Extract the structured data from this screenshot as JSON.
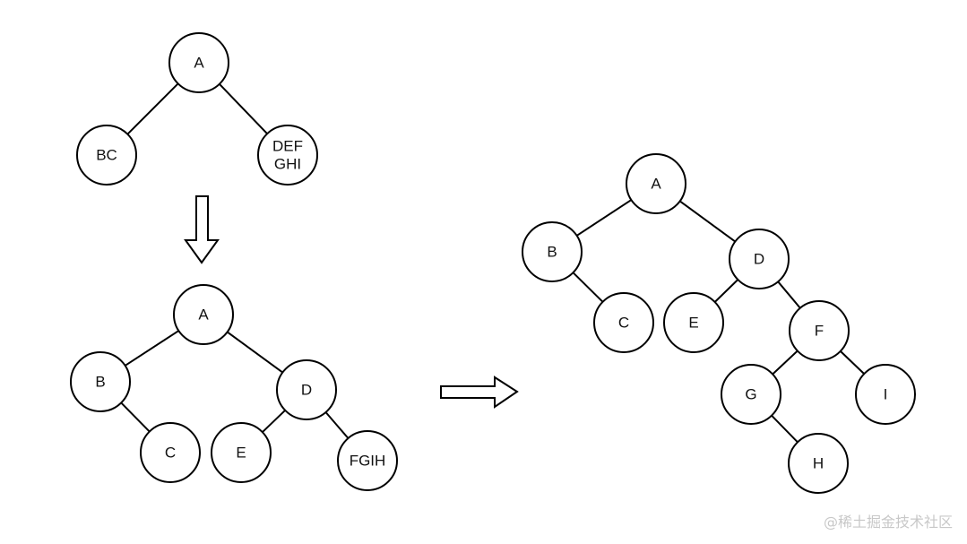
{
  "colors": {
    "stroke": "#000000",
    "fill": "#ffffff",
    "watermark": "#c8c8c8"
  },
  "watermark": "@稀土掘金技术社区",
  "trees": [
    {
      "id": "tree1",
      "nodes": [
        {
          "id": "A",
          "lines": [
            "A"
          ]
        },
        {
          "id": "BC",
          "lines": [
            "BC"
          ]
        },
        {
          "id": "DEFGHI",
          "lines": [
            "DEF",
            "GHI"
          ]
        }
      ],
      "edges": [
        [
          "A",
          "BC"
        ],
        [
          "A",
          "DEFGHI"
        ]
      ]
    },
    {
      "id": "tree2",
      "nodes": [
        {
          "id": "A",
          "lines": [
            "A"
          ]
        },
        {
          "id": "B",
          "lines": [
            "B"
          ]
        },
        {
          "id": "C",
          "lines": [
            "C"
          ]
        },
        {
          "id": "D",
          "lines": [
            "D"
          ]
        },
        {
          "id": "E",
          "lines": [
            "E"
          ]
        },
        {
          "id": "FGIH",
          "lines": [
            "FGIH"
          ]
        }
      ],
      "edges": [
        [
          "A",
          "B"
        ],
        [
          "B",
          "C"
        ],
        [
          "A",
          "D"
        ],
        [
          "D",
          "E"
        ],
        [
          "D",
          "FGIH"
        ]
      ]
    },
    {
      "id": "tree3",
      "nodes": [
        {
          "id": "A",
          "lines": [
            "A"
          ]
        },
        {
          "id": "B",
          "lines": [
            "B"
          ]
        },
        {
          "id": "C",
          "lines": [
            "C"
          ]
        },
        {
          "id": "D",
          "lines": [
            "D"
          ]
        },
        {
          "id": "E",
          "lines": [
            "E"
          ]
        },
        {
          "id": "F",
          "lines": [
            "F"
          ]
        },
        {
          "id": "G",
          "lines": [
            "G"
          ]
        },
        {
          "id": "H",
          "lines": [
            "H"
          ]
        },
        {
          "id": "I",
          "lines": [
            "I"
          ]
        }
      ],
      "edges": [
        [
          "A",
          "B"
        ],
        [
          "B",
          "C"
        ],
        [
          "A",
          "D"
        ],
        [
          "D",
          "E"
        ],
        [
          "D",
          "F"
        ],
        [
          "F",
          "G"
        ],
        [
          "G",
          "H"
        ],
        [
          "F",
          "I"
        ]
      ]
    }
  ],
  "arrows": [
    {
      "id": "down-arrow",
      "direction": "down"
    },
    {
      "id": "right-arrow",
      "direction": "right"
    }
  ]
}
